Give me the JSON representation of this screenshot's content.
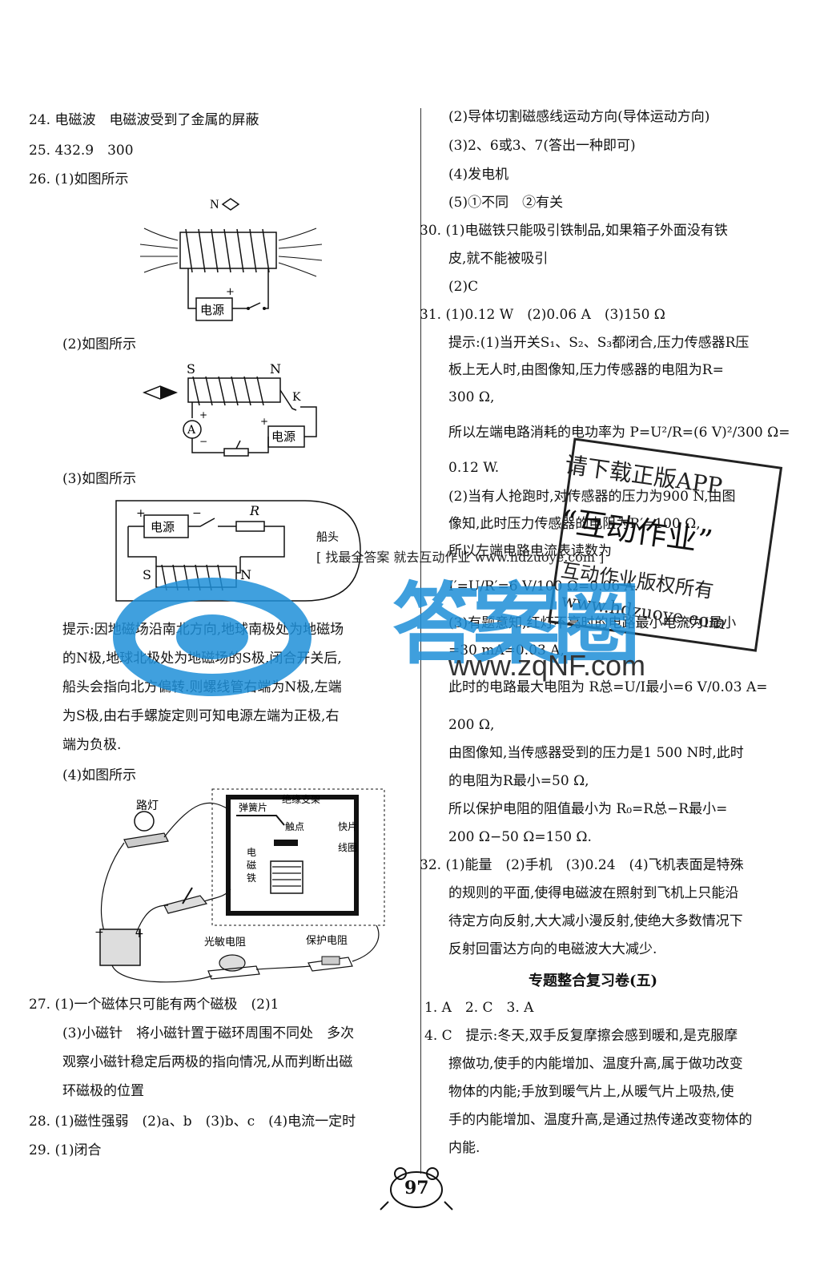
{
  "left": {
    "q24": "24. 电磁波　电磁波受到了金属的屏蔽",
    "q25": "25. 432.9　300",
    "q26_1": "26. (1)如图所示",
    "q26_2": "(2)如图所示",
    "q26_3": "(3)如图所示",
    "hint_26": [
      "提示:因地磁场沿南北方向,地球南极处为地磁场",
      "的N极,地球北极处为地磁场的S极,闭合开关后,",
      "船头会指向北方偏转.则螺线管右端为N极,左端",
      "为S极,由右手螺旋定则可知电源左端为正极,右",
      "端为负极."
    ],
    "q26_4": "(4)如图所示",
    "q27_1": "27. (1)一个磁体只可能有两个磁极　(2)1",
    "q27_3": [
      "(3)小磁针　将小磁针置于磁环周围不同处　多次",
      "观察小磁针稳定后两极的指向情况,从而判断出磁",
      "环磁极的位置"
    ],
    "q28": "28. (1)磁性强弱　(2)a、b　(3)b、c　(4)电流一定时",
    "q29": "29. (1)闭合"
  },
  "diagram1": {
    "n_label": "N",
    "power_label": "电源",
    "plus": "+"
  },
  "diagram2": {
    "s_label": "S",
    "n_label": "N",
    "k_label": "K",
    "a_label": "A",
    "power_label": "电源",
    "plus": "+",
    "minus": "−"
  },
  "diagram3": {
    "power_label": "电源",
    "r_label": "R",
    "s_label": "S",
    "n_label": "N",
    "boat_label": "船头",
    "plus": "+",
    "minus": "−"
  },
  "diagram4": {
    "lamp": "路灯",
    "spring": "弹簧片",
    "support": "绝缘支架",
    "contact": "触点",
    "flat": "快片",
    "coil": "线圈",
    "em_top": "电",
    "em_mid": "磁",
    "em_bot": "铁",
    "photo": "光敏电阻",
    "protect": "保护电阻"
  },
  "right": {
    "q29_2": "(2)导体切割磁感线运动方向(导体运动方向)",
    "q29_3": "(3)2、6或3、7(答出一种即可)",
    "q29_4": "(4)发电机",
    "q29_5": "(5)①不同　②有关",
    "q30_1": "30. (1)电磁铁只能吸引铁制品,如果箱子外面没有铁",
    "q30_1b": "皮,就不能被吸引",
    "q30_2": "(2)C",
    "q31": "31. (1)0.12 W　(2)0.06 A　(3)150 Ω",
    "hint31": [
      "提示:(1)当开关S₁、S₂、S₃都闭合,压力传感器R压",
      "板上无人时,由图像知,压力传感器的电阻为R=",
      "300 Ω,",
      "所以左端电路消耗的电功率为 P=U²/R=(6 V)²/300 Ω=",
      "0.12 W.",
      "(2)当有人抢跑时,对传感器的压力为900 N,由图",
      "像知,此时压力传感器的电阻为R′=100 Ω,",
      "所以左端电路电流表读数为",
      "I′=U/R′=6 V/100 Ω=0.06 A.",
      "(3)有题意知,红灯不亮时的电路最小电流为I最小",
      "=30 mA=0.03 A,",
      "此时的电路最大电阻为 R总=U/I最小=6 V/0.03 A=",
      "200 Ω,",
      "由图像知,当传感器受到的压力是1 500 N时,此时",
      "的电阻为R最小=50 Ω,",
      "所以保护电阻的阻值最小为 R₀=R总−R最小=",
      "200 Ω−50 Ω=150 Ω."
    ],
    "q32": [
      "32. (1)能量　(2)手机　(3)0.24　(4)飞机表面是特殊",
      "的规则的平面,使得电磁波在照射到飞机上只能沿",
      "待定方向反射,大大减小漫反射,使绝大多数情况下",
      "反射回雷达方向的电磁波大大减少."
    ],
    "section_title": "专题整合复习卷(五)",
    "s1": "1. A　2. C　3. A",
    "s4": [
      "4. C　提示:冬天,双手反复摩擦会感到暖和,是克服摩",
      "擦做功,使手的内能增加、温度升高,属于做功改变",
      "物体的内能;手放到暖气片上,从暖气片上吸热,使",
      "手的内能增加、温度升高,是通过热传递改变物体的",
      "内能."
    ]
  },
  "watermark": {
    "stamp_lines": [
      "请下载正版APP",
      "“互动作业”",
      "互动作业版权所有",
      "www.hdzuoye.com"
    ],
    "center_text": "[ 找最全答案 就去互动作业 www.hdzuoye.com ]",
    "site": "www.zqNF.com",
    "big": "答案圈"
  },
  "page_number": "97"
}
